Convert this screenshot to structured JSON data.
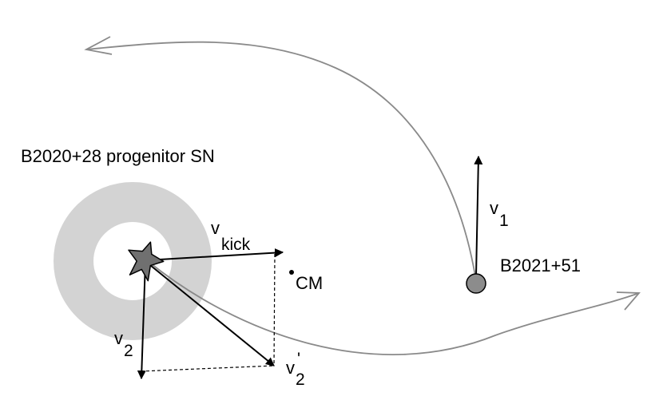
{
  "labels": {
    "progenitor": "B2020+28 progenitor SN",
    "companion": "B2021+51",
    "center_of_mass": "CM",
    "v1": {
      "main": "v",
      "sub": "1"
    },
    "v2": {
      "main": "v",
      "sub": "2"
    },
    "v2_prime": {
      "main": "v",
      "prime": "'",
      "sub": "2"
    },
    "v_kick": {
      "main": "v",
      "sub": "kick"
    }
  },
  "colors": {
    "trajectory": "#8a8a8a",
    "ring": "#d3d3d3",
    "star": "#707070",
    "companion_body": "#8c8c8c",
    "vector": "#000000"
  }
}
